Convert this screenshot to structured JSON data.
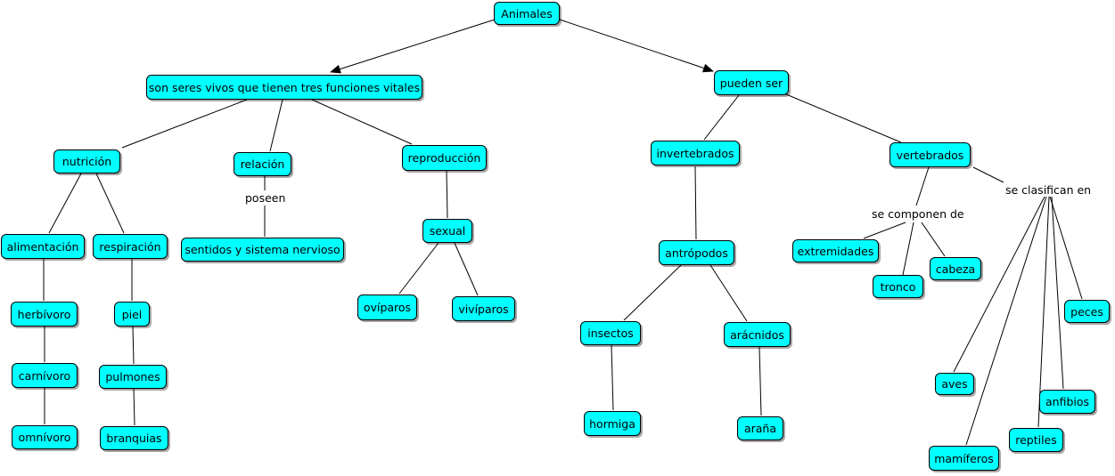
{
  "colors": {
    "node_fill": "#00ffff",
    "node_border": "#000000",
    "line": "#000000"
  },
  "nodes": {
    "animales": "Animales",
    "funciones": "son seres vivos que tienen tres funciones vitales",
    "pueden_ser": "pueden ser",
    "nutricion": "nutrición",
    "relacion": "relación",
    "reproduccion": "reproducción",
    "alimentacion": "alimentación",
    "respiracion": "respiración",
    "sentidos": "sentidos y sistema nervioso",
    "sexual": "sexual",
    "herbivoro": "herbívoro",
    "carnivoro": "carnívoro",
    "omnivoro": "omnívoro",
    "piel": "piel",
    "pulmones": "pulmones",
    "branquias": "branquias",
    "oviparos": "ovíparos",
    "viviparos": "vivíparos",
    "invertebrados": "invertebrados",
    "vertebrados": "vertebrados",
    "artropodos": "antrópodos",
    "insectos": "insectos",
    "aracnidos": "arácnidos",
    "hormiga": "hormiga",
    "arana": "araña",
    "extremidades": "extremidades",
    "tronco": "tronco",
    "cabeza": "cabeza",
    "peces": "peces",
    "aves": "aves",
    "anfibios": "anfibios",
    "reptiles": "reptiles",
    "mamiferos": "mamíferos"
  },
  "link_labels": {
    "poseen": "poseen",
    "se_componen_de": "se componen de",
    "se_clasifican_en": "se clasifican en"
  }
}
